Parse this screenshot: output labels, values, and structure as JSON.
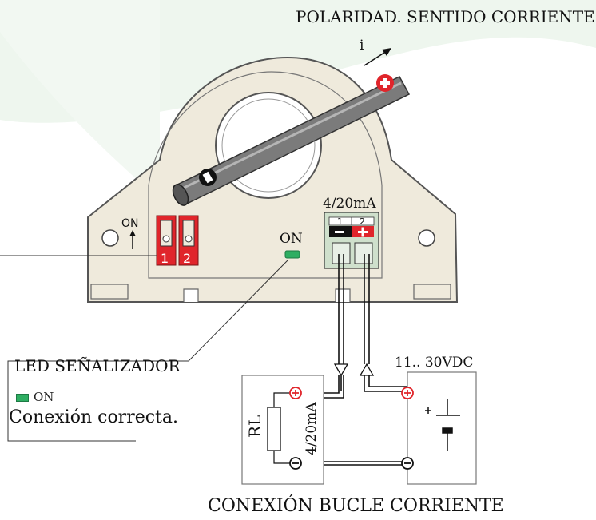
{
  "header": {
    "title": "POLARIDAD. SENTIDO CORRIENTE"
  },
  "sensor": {
    "current_symbol": "i",
    "positive_sign": "+",
    "negative_sign": "−",
    "dip_label": "ON",
    "dip_switch_1": "1",
    "dip_switch_2": "2",
    "led_label": "ON",
    "output_label": "4/20mA",
    "terminal_1": "1",
    "terminal_2": "2"
  },
  "led_section": {
    "title": "LED SEÑALIZADOR",
    "legend": "ON",
    "description": "Conexión correcta."
  },
  "circuit": {
    "supply_label": "11.. 30VDC",
    "load_label": "RL",
    "load_current_label": "4/20mA",
    "caption": "CONEXIÓN BUCLE CORRIENTE"
  },
  "colors": {
    "housing": "#efeadc",
    "housing_stroke": "#555555",
    "accent_red": "#e0252b",
    "led_green": "#2eae62",
    "terminal_green": "#cfe0cc",
    "background_swirl": "#eef6ee"
  }
}
